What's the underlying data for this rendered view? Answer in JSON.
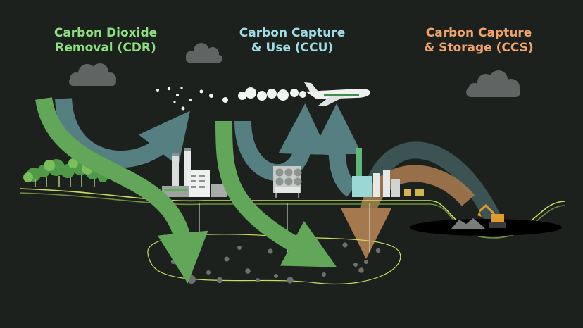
{
  "labels": {
    "cdr": {
      "line1": "Carbon Dioxide",
      "line2": "Removal (CDR)"
    },
    "ccu": {
      "line1": "Carbon Capture",
      "line2": "& Use (CCU)"
    },
    "ccs": {
      "line1": "Carbon Capture",
      "line2": "& Storage (CCS)"
    }
  },
  "colors": {
    "background": "#1c211e",
    "cdr": "#8ee07e",
    "ccu": "#9fdde6",
    "ccs": "#f0a46a",
    "green_arrow": "#62a65a",
    "teal_arrow": "#557f80",
    "brown_arrow": "#a5784d",
    "ground_line": "#c9e05e"
  },
  "icons": [
    "cloud-icon",
    "tree-icon",
    "factory-icon",
    "air-capture-unit-icon",
    "refinery-icon",
    "airplane-icon",
    "excavator-icon",
    "rock-icon"
  ]
}
